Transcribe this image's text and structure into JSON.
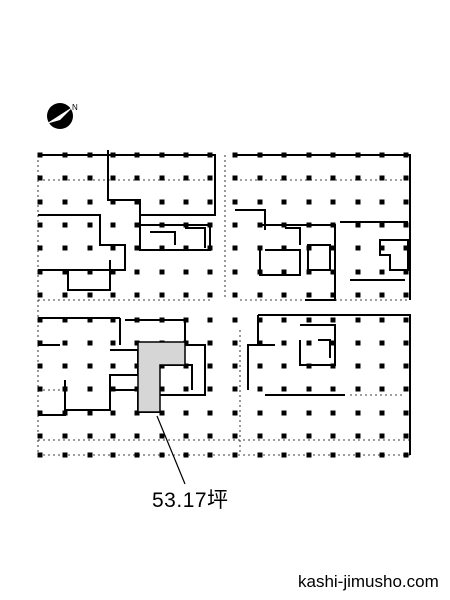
{
  "floor_plan": {
    "highlighted_area_label": "53.17坪",
    "compass_letter": "N"
  },
  "footer": {
    "site": "kashi-jimusho.com"
  },
  "colors": {
    "highlight_fill": "#d6d6d6",
    "line": "#000000"
  }
}
